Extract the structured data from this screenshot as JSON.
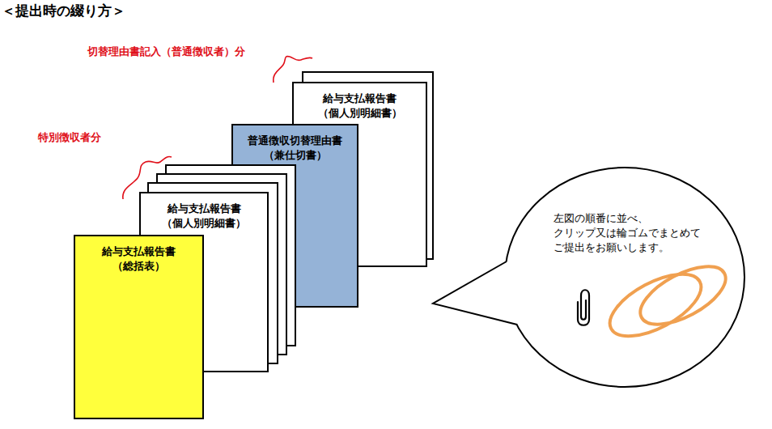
{
  "diagram": {
    "title": "＜提出時の綴り方＞",
    "nodes": [
      {
        "text": [
          "給与支払報告書 （個人別明細書）"
        ]
      },
      {
        "text": [
          "普通徴収切替理由書 （兼仕切書）"
        ]
      },
      {
        "text": [
          "給与支払報告書 （個人別明細書）"
        ]
      },
      {
        "text": [
          "給与支払報告書 （総括表）"
        ]
      },
      {
        "text": [
          "左図の順番に並べ、 クリップ又は輪ゴムでまとめて ご提出をお願いします。"
        ]
      }
    ],
    "labels": [
      "切替理由書記入（普通徴収者）分",
      "特別徴収者分"
    ]
  }
}
